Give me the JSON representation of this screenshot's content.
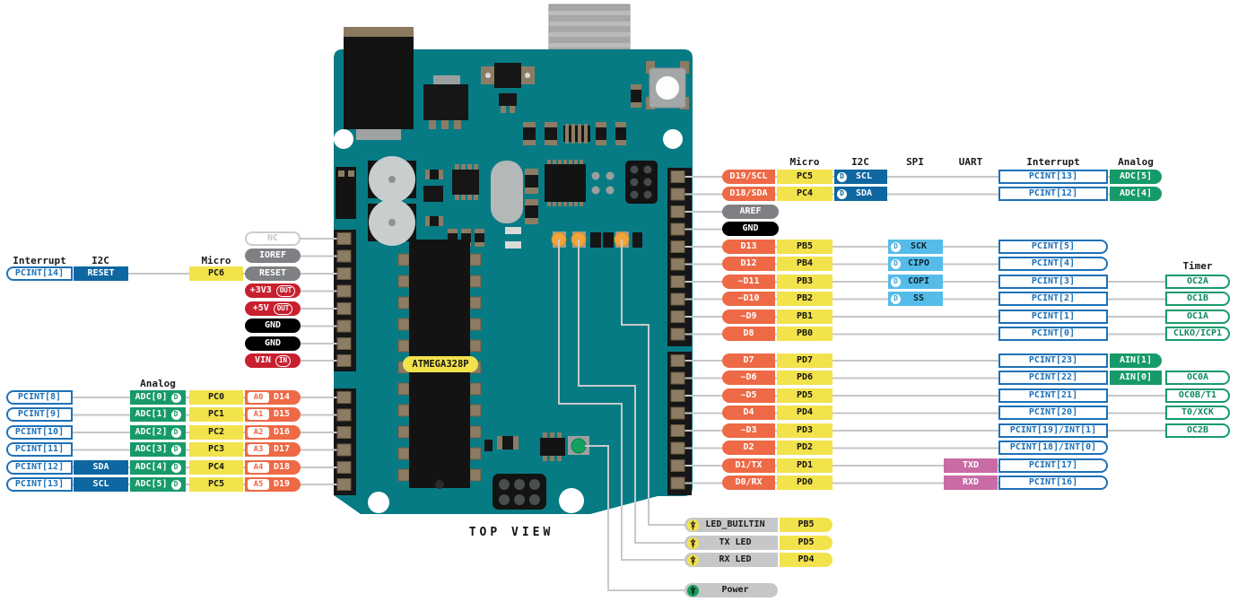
{
  "palette": {
    "board_teal": "#077b84",
    "digital_orange": "#ee6946",
    "micro_yellow": "#f2e24c",
    "analog_green": "#179a6a",
    "i2c_dark_blue": "#0f67a1",
    "spi_light_blue": "#55bce9",
    "interrupt_blue": "#1d71b8",
    "uart_pink": "#c96ba4",
    "power_red": "#c8202f",
    "gnd_black": "#000000",
    "pin_gray": "#7e8083",
    "wire_gray": "#c6c6c6",
    "led_amber": "#f0a43c",
    "led_green": "#14a05f"
  },
  "board": {
    "chip_label": "ATMEGA328P",
    "view_label": "TOP VIEW"
  },
  "badges": {
    "digital": "D",
    "out": "OUT",
    "in": "IN"
  },
  "left_headers": {
    "interrupt": "Interrupt",
    "i2c": "I2C",
    "micro": "Micro",
    "analog": "Analog"
  },
  "right_headers": {
    "micro": "Micro",
    "i2c": "I2C",
    "spi": "SPI",
    "uart": "UART",
    "interrupt": "Interrupt",
    "analog": "Analog",
    "timer": "Timer"
  },
  "reset_row": {
    "interrupt": "PCINT[14]",
    "i2c": "RESET",
    "micro": "PC6"
  },
  "power_pins": [
    {
      "label": "NC"
    },
    {
      "label": "IOREF"
    },
    {
      "label": "RESET"
    },
    {
      "label": "+3V3",
      "badge": "OUT"
    },
    {
      "label": "+5V",
      "badge": "OUT"
    },
    {
      "label": "GND"
    },
    {
      "label": "GND"
    },
    {
      "label": "VIN",
      "badge": "IN"
    }
  ],
  "analog_rows": [
    {
      "interrupt": "PCINT[8]",
      "adc": "ADC[0]",
      "micro": "PC0",
      "analog_pin": "A0",
      "digital_pin": "D14"
    },
    {
      "interrupt": "PCINT[9]",
      "adc": "ADC[1]",
      "micro": "PC1",
      "analog_pin": "A1",
      "digital_pin": "D15"
    },
    {
      "interrupt": "PCINT[10]",
      "adc": "ADC[2]",
      "micro": "PC2",
      "analog_pin": "A2",
      "digital_pin": "D16"
    },
    {
      "interrupt": "PCINT[11]",
      "adc": "ADC[3]",
      "micro": "PC3",
      "analog_pin": "A3",
      "digital_pin": "D17"
    },
    {
      "interrupt": "PCINT[12]",
      "i2c": "SDA",
      "adc": "ADC[4]",
      "micro": "PC4",
      "analog_pin": "A4",
      "digital_pin": "D18"
    },
    {
      "interrupt": "PCINT[13]",
      "i2c": "SCL",
      "adc": "ADC[5]",
      "micro": "PC5",
      "analog_pin": "A5",
      "digital_pin": "D19"
    }
  ],
  "digital_rows": [
    {
      "pin": "D19/SCL",
      "micro": "PC5",
      "i2c": "SCL",
      "pcint": "PCINT[13]",
      "analog": "ADC[5]"
    },
    {
      "pin": "D18/SDA",
      "micro": "PC4",
      "i2c": "SDA",
      "pcint": "PCINT[12]",
      "analog": "ADC[4]"
    },
    {
      "pin": "AREF"
    },
    {
      "pin": "GND"
    },
    {
      "pin": "D13",
      "micro": "PB5",
      "spi": "SCK",
      "pcint": "PCINT[5]"
    },
    {
      "pin": "D12",
      "micro": "PB4",
      "spi": "CIPO",
      "pcint": "PCINT[4]"
    },
    {
      "pin": "~D11",
      "micro": "PB3",
      "spi": "COPI",
      "pcint": "PCINT[3]",
      "timer": "OC2A"
    },
    {
      "pin": "~D10",
      "micro": "PB2",
      "spi": "SS",
      "pcint": "PCINT[2]",
      "timer": "OC1B"
    },
    {
      "pin": "~D9",
      "micro": "PB1",
      "pcint": "PCINT[1]",
      "timer": "OC1A"
    },
    {
      "pin": "D8",
      "micro": "PB0",
      "pcint": "PCINT[0]",
      "timer": "CLKO/ICP1"
    },
    {
      "pin": "D7",
      "micro": "PD7",
      "pcint": "PCINT[23]",
      "analog": "AIN[1]"
    },
    {
      "pin": "~D6",
      "micro": "PD6",
      "pcint": "PCINT[22]",
      "analog": "AIN[0]",
      "timer": "OC0A"
    },
    {
      "pin": "~D5",
      "micro": "PD5",
      "pcint": "PCINT[21]",
      "timer": "OC0B/T1"
    },
    {
      "pin": "D4",
      "micro": "PD4",
      "pcint": "PCINT[20]",
      "timer": "T0/XCK"
    },
    {
      "pin": "~D3",
      "micro": "PD3",
      "pcint": "PCINT[19]/INT[1]",
      "timer": "OC2B"
    },
    {
      "pin": "D2",
      "micro": "PD2",
      "pcint": "PCINT[18]/INT[0]"
    },
    {
      "pin": "D1/TX",
      "micro": "PD1",
      "uart": "TXD",
      "pcint": "PCINT[17]"
    },
    {
      "pin": "D0/RX",
      "micro": "PD0",
      "uart": "RXD",
      "pcint": "PCINT[16]"
    }
  ],
  "led_rows": [
    {
      "icon": "led-icon",
      "label": "LED_BUILTIN",
      "micro": "PB5"
    },
    {
      "icon": "led-icon",
      "label": "TX LED",
      "micro": "PD5"
    },
    {
      "icon": "led-icon",
      "label": "RX LED",
      "micro": "PD4"
    }
  ],
  "power_led": {
    "icon": "led-icon",
    "label": "Power"
  }
}
